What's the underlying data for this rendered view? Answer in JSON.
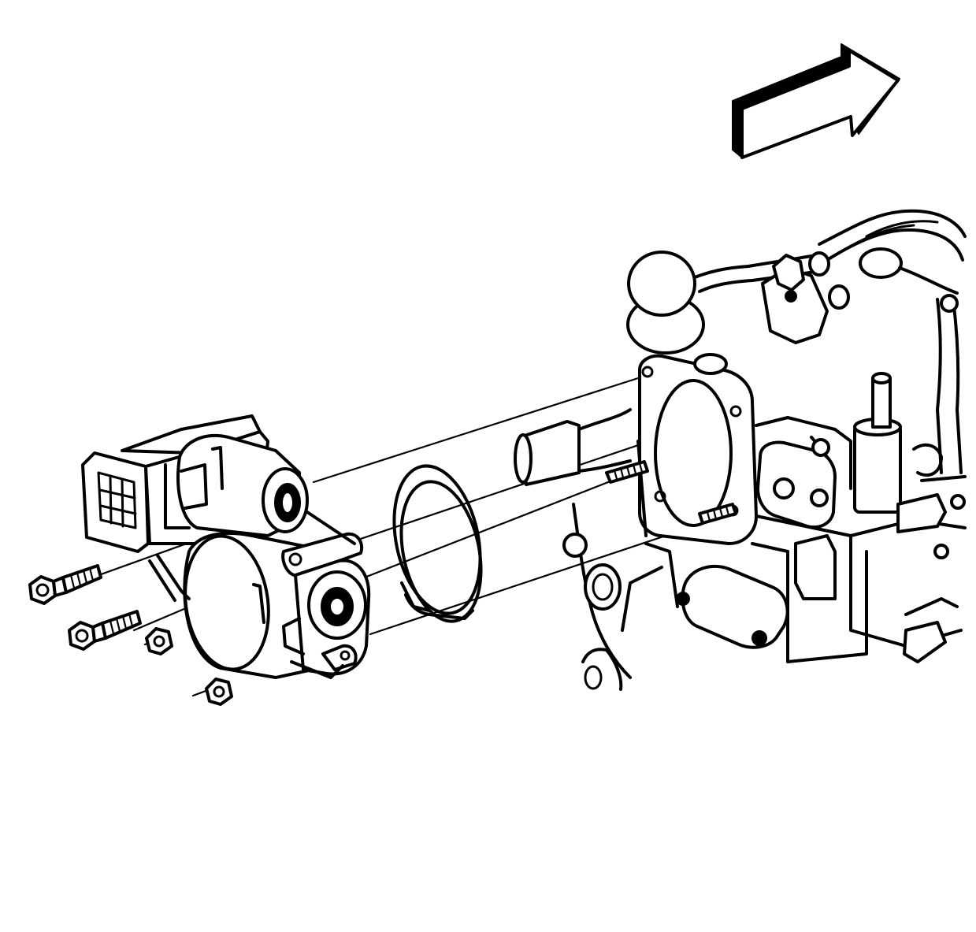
{
  "diagram": {
    "kind": "exploded-view line illustration",
    "parts": [
      "direction-arrow",
      "throttle-body",
      "electrical-connector",
      "throttle-body-gasket",
      "throttle-body-bolt",
      "throttle-body-nut",
      "throttle-body-stud",
      "intake-manifold",
      "mounting-flange"
    ],
    "line_color": "#000000",
    "background_color": "#ffffff"
  }
}
